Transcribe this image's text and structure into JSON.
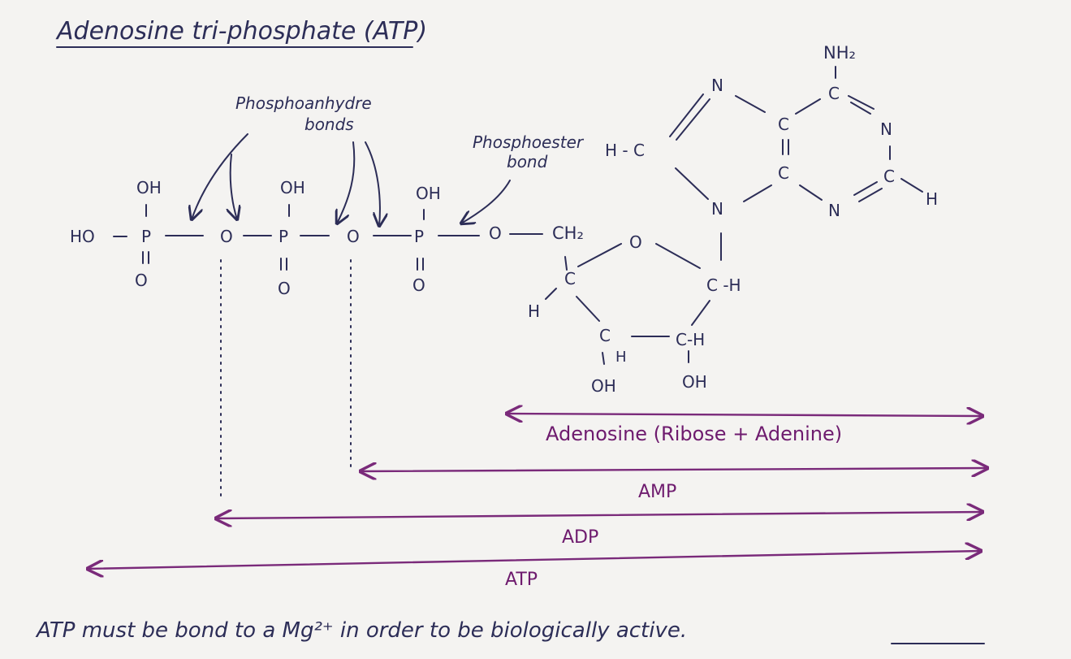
{
  "title": "Adenosine tri-phosphate (ATP)",
  "annotations": {
    "phosphoanhydride": "Phosphoanhydre",
    "phosphoanhydride_2": "bonds",
    "phosphoester": "Phosphoester",
    "phosphoester_2": "bond"
  },
  "atoms": {
    "oh": "OH",
    "ho": "HO",
    "p": "P",
    "o": "O",
    "ch2": "CH₂",
    "c": "C",
    "h": "H",
    "n": "N",
    "nh2": "NH₂",
    "ch": "C-H",
    "ch_dash": "C -H",
    "hc": "H - C"
  },
  "spans": {
    "adenosine": "Adenosine (Ribose + Adenine)",
    "amp": "AMP",
    "adp": "ADP",
    "atp": "ATP"
  },
  "footnote": "ATP must be bond to a Mg²⁺ in order to be biologically active.",
  "colors": {
    "ink": "#2c2d57",
    "accent": "#6e1b6e",
    "paper": "#f4f3f1"
  }
}
